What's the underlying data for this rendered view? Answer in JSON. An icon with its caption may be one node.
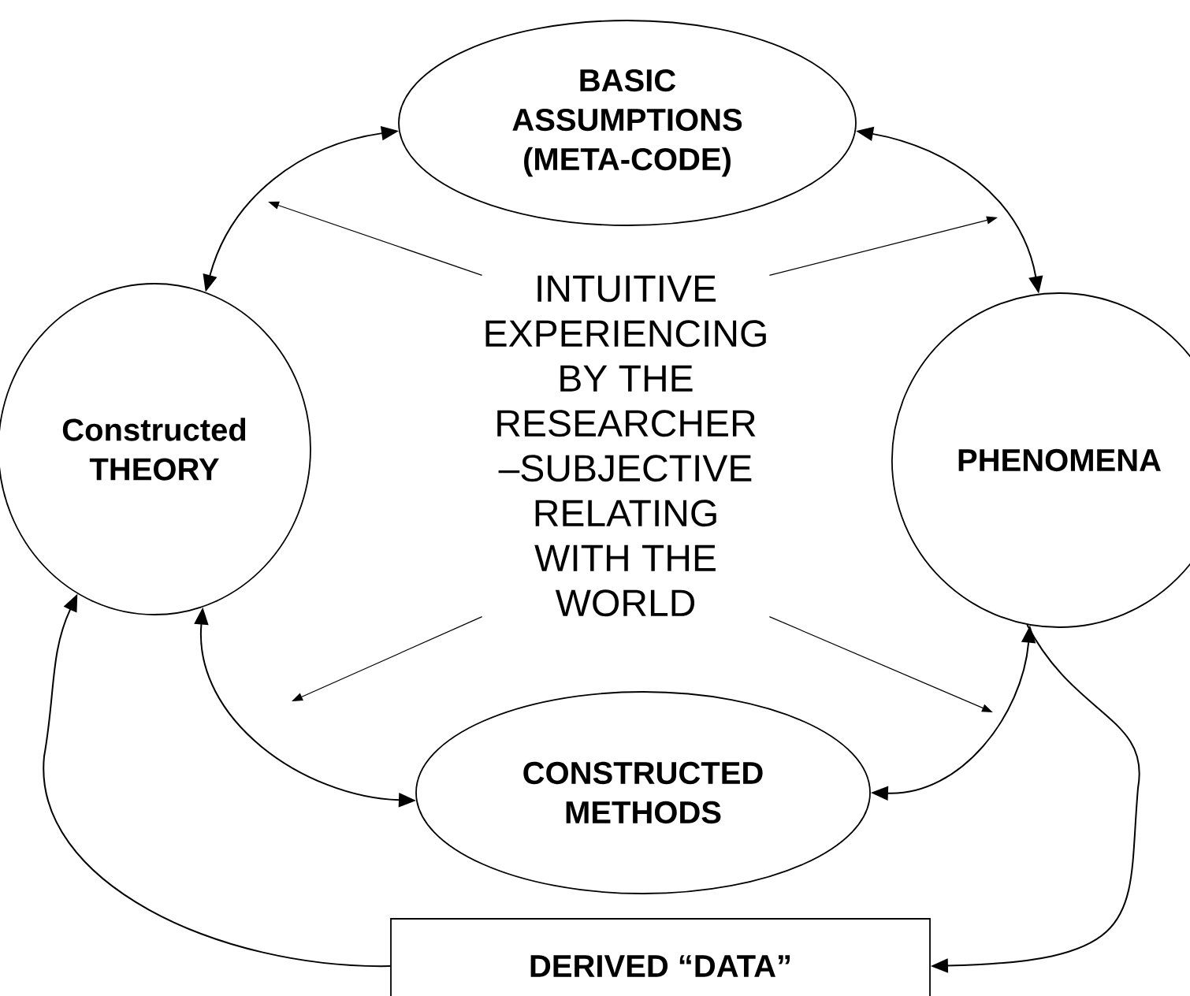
{
  "diagram": {
    "nodes": [
      {
        "text": [
          "BASIC ASSUMPTIONS (META-CODE)"
        ]
      },
      {
        "text": [
          "Constructed THEORY"
        ]
      },
      {
        "text": [
          "INTUITIVE EXPERIENCING BY THE RESEARCHER –SUBJECTIVE RELATING WITH THE WORLD"
        ]
      },
      {
        "text": [
          "PHENOMENA"
        ]
      },
      {
        "text": [
          "CONSTRUCTED METHODS"
        ]
      },
      {
        "text": [
          "DERIVED “DATA”"
        ]
      }
    ],
    "edges": [
      {
        "from": 1,
        "to": 0,
        "arrow": "both"
      },
      {
        "from": 0,
        "to": 3,
        "arrow": "both"
      },
      {
        "from": 1,
        "to": 4,
        "arrow": "both"
      },
      {
        "from": 3,
        "to": 4,
        "arrow": "both"
      },
      {
        "from": 2,
        "to": null,
        "arrow": "to"
      },
      {
        "from": 2,
        "to": null,
        "arrow": "to"
      },
      {
        "from": 2,
        "to": null,
        "arrow": "to"
      },
      {
        "from": 2,
        "to": null,
        "arrow": "to"
      },
      {
        "from": 5,
        "to": 1,
        "arrow": "to"
      },
      {
        "from": 3,
        "to": 5,
        "arrow": "to"
      }
    ]
  }
}
